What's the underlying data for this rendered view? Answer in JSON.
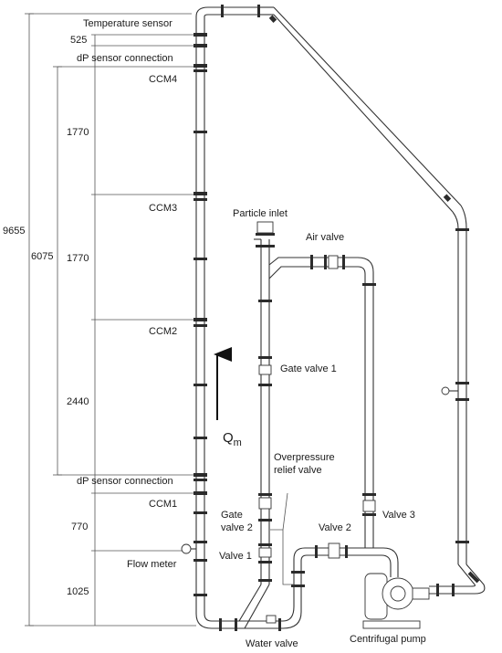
{
  "labels": {
    "temperature_sensor": "Temperature sensor",
    "dp_sensor_top": "dP sensor connection",
    "ccm4": "CCM4",
    "ccm3": "CCM3",
    "ccm2": "CCM2",
    "ccm1": "CCM1",
    "dp_sensor_bottom": "dP sensor connection",
    "flow_meter": "Flow meter",
    "particle_inlet": "Particle inlet",
    "air_valve": "Air valve",
    "gate_valve_1": "Gate valve 1",
    "overpressure_line1": "Overpressure",
    "overpressure_line2": "relief valve",
    "gate_valve_2_line1": "Gate",
    "gate_valve_2_line2": "valve 2",
    "valve_1": "Valve 1",
    "valve_2": "Valve 2",
    "valve_3": "Valve 3",
    "water_valve": "Water valve",
    "centrifugal_pump": "Centrifugal pump",
    "flow_q": "Q",
    "flow_sub": "m"
  },
  "dimensions": {
    "total": "9655",
    "section": "6075",
    "d525": "525",
    "d1770_upper": "1770",
    "d1770_lower": "1770",
    "d2440": "2440",
    "d770": "770",
    "d1025": "1025"
  }
}
